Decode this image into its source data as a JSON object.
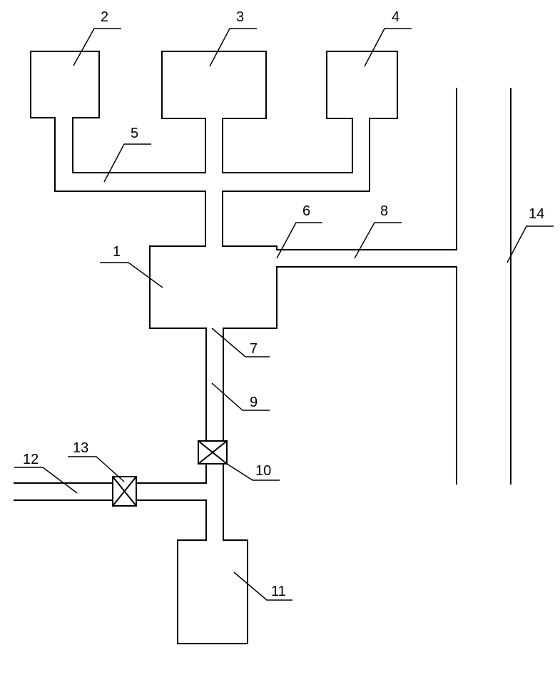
{
  "diagram": {
    "labels": {
      "n1": "1",
      "n2": "2",
      "n3": "3",
      "n4": "4",
      "n5": "5",
      "n6": "6",
      "n7": "7",
      "n8": "8",
      "n9": "9",
      "n10": "10",
      "n11": "11",
      "n12": "12",
      "n13": "13",
      "n14": "14"
    },
    "colors": {
      "line": "#000000",
      "background": "#ffffff"
    }
  }
}
